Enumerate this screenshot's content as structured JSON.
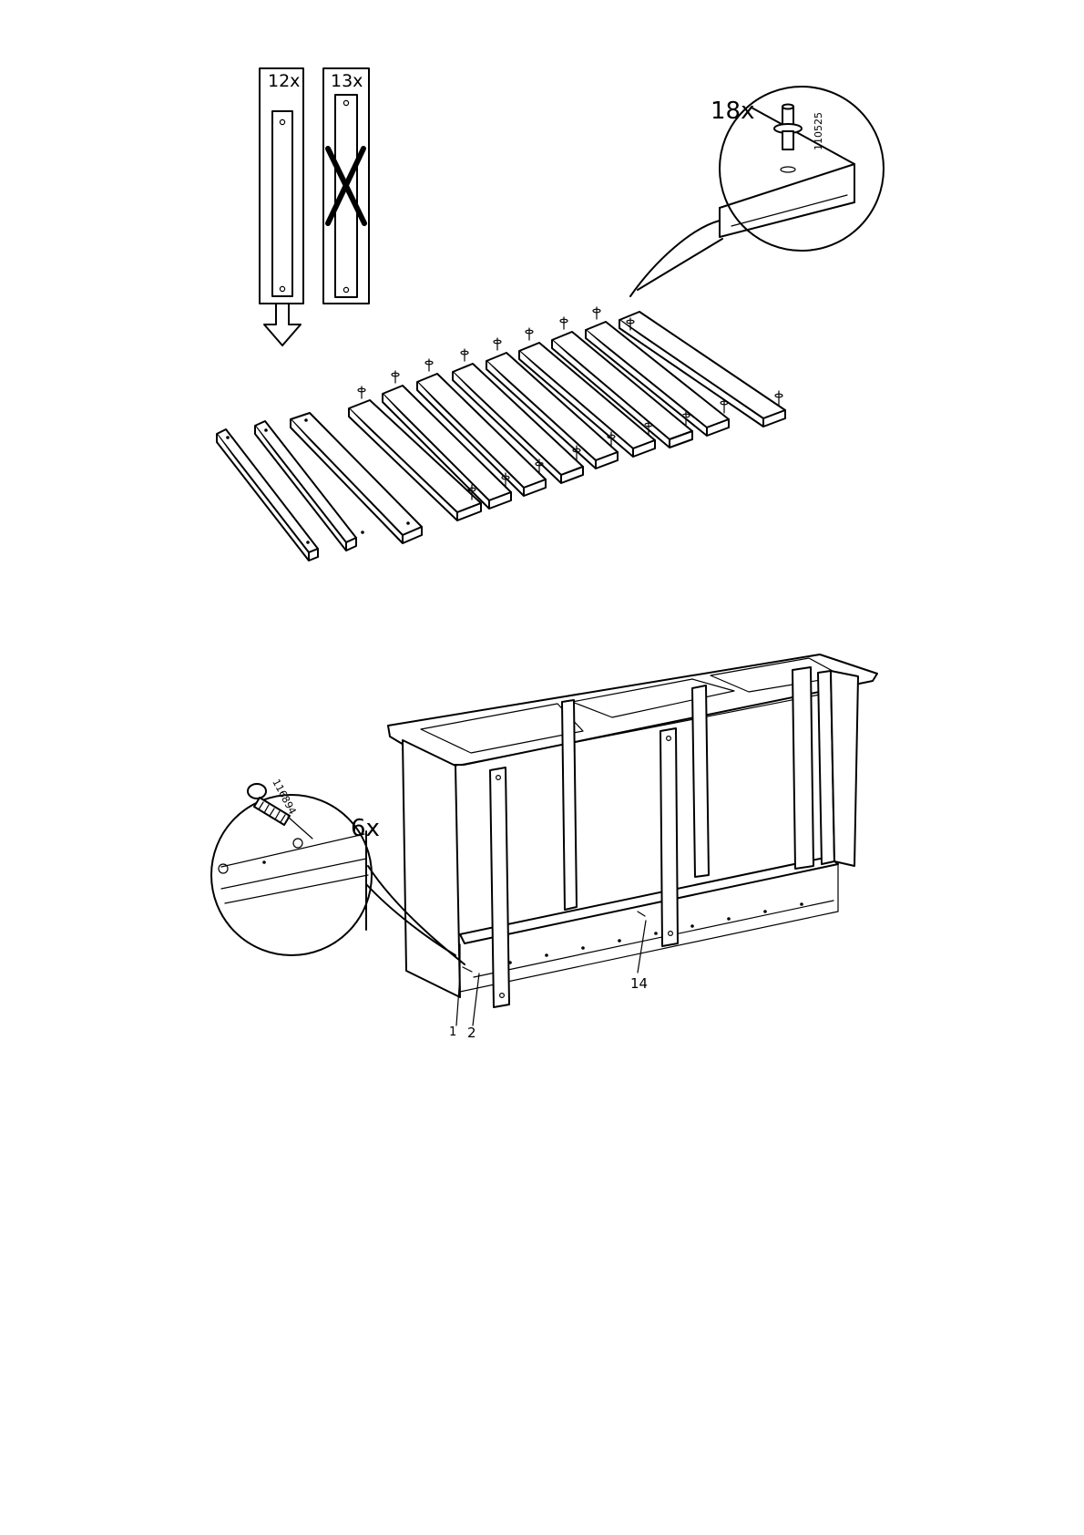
{
  "step1": {
    "slat_keep_qty": "12x",
    "slat_discard_qty": "13x",
    "dowel_qty": "18x",
    "dowel_part_number": "110525"
  },
  "step2": {
    "screw_qty": "6x",
    "screw_part_number": "116894",
    "callouts": [
      "1",
      "2",
      "14"
    ]
  },
  "colors": {
    "ink": "#000000",
    "paper": "#ffffff"
  }
}
